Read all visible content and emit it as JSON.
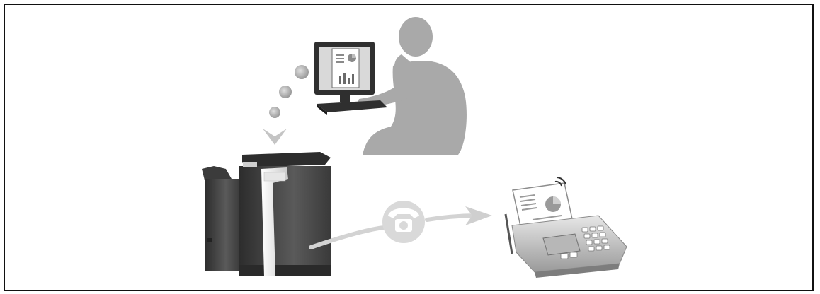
{
  "diagram": {
    "description_nodes": [
      {
        "id": "pc-user",
        "icon": "person-at-computer-icon"
      },
      {
        "id": "mfp",
        "icon": "multifunction-printer-icon"
      },
      {
        "id": "fax",
        "icon": "fax-machine-icon"
      }
    ],
    "connections": [
      {
        "from": "pc-user",
        "to": "mfp",
        "style": "dotted-arrow",
        "icon": "data-dots-icon"
      },
      {
        "from": "mfp",
        "to": "fax",
        "style": "line-arrow",
        "icon": "telephone-icon"
      }
    ],
    "colors": {
      "person": "#a9a9a9",
      "monitor": "#2f2f2f",
      "printer_body": "#4a4a4a",
      "printer_panel": "#f2f2f2",
      "connector": "#d0d0d0",
      "fax": "#9d9d9d",
      "border": "#111111"
    }
  }
}
